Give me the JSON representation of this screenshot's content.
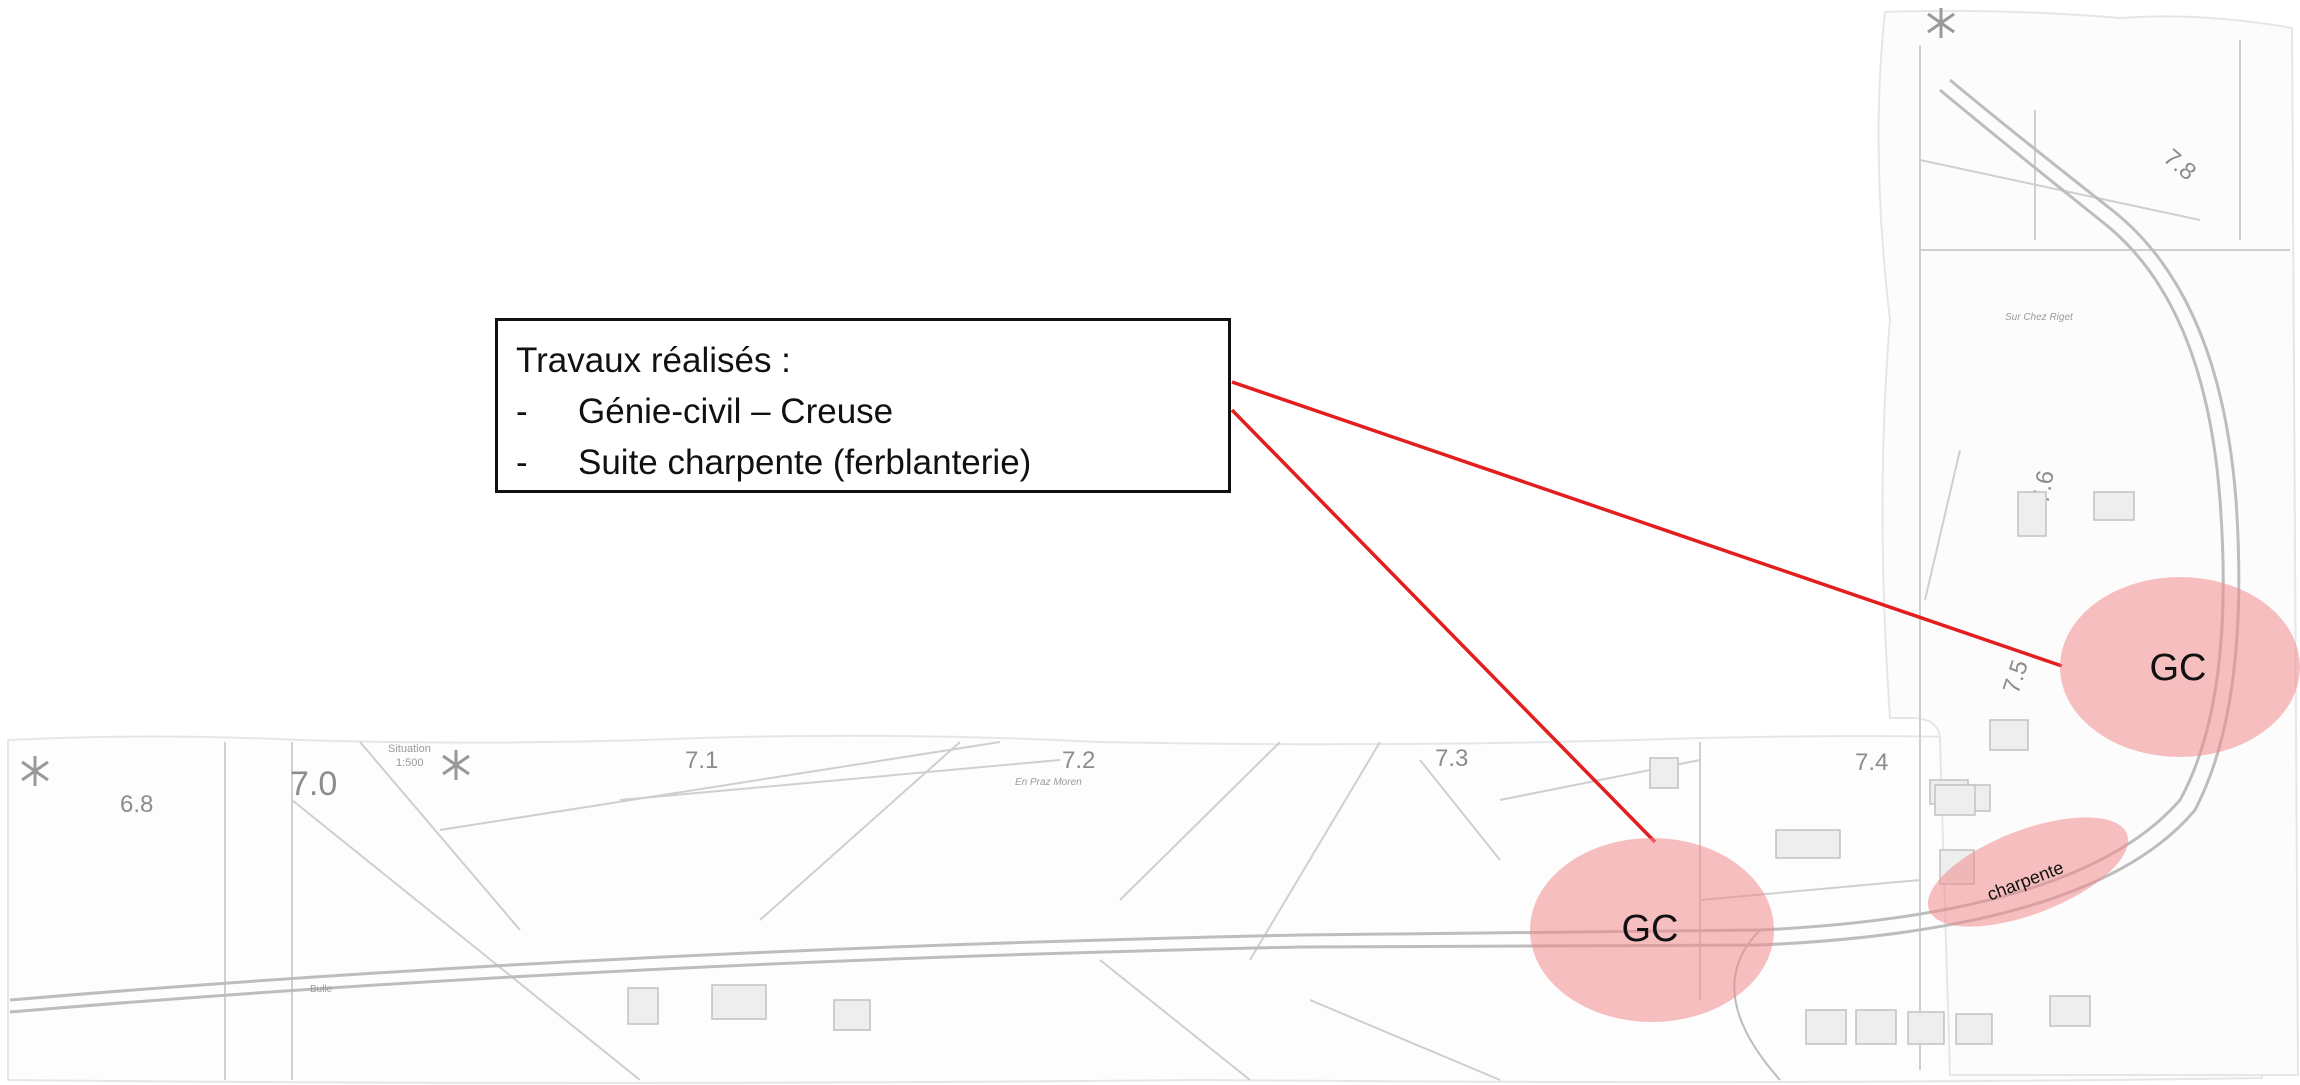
{
  "callout": {
    "title": "Travaux réalisés :",
    "items": [
      {
        "bullet": "-",
        "text": "Génie-civil – Creuse"
      },
      {
        "bullet": "-",
        "text": "Suite charpente (ferblanterie)"
      }
    ]
  },
  "zones": [
    {
      "label": "GC"
    },
    {
      "label": "GC"
    },
    {
      "label": "charpente"
    }
  ],
  "map": {
    "km_markers": [
      "6.8",
      "7.0",
      "7.1",
      "7.2",
      "7.3",
      "7.4",
      "7.5",
      "7.6",
      "7.8"
    ],
    "situation_label": "Situation",
    "scale_label": "1:500",
    "place_names": [
      "En Praz Moren",
      "Sur Chez Riget"
    ],
    "direction_label": "Bulle"
  },
  "colors": {
    "leader_line": "#e31e1e",
    "zone_fill": "#f08a8a",
    "map_line": "#c8c8c8",
    "map_text": "#8c8c8c"
  }
}
